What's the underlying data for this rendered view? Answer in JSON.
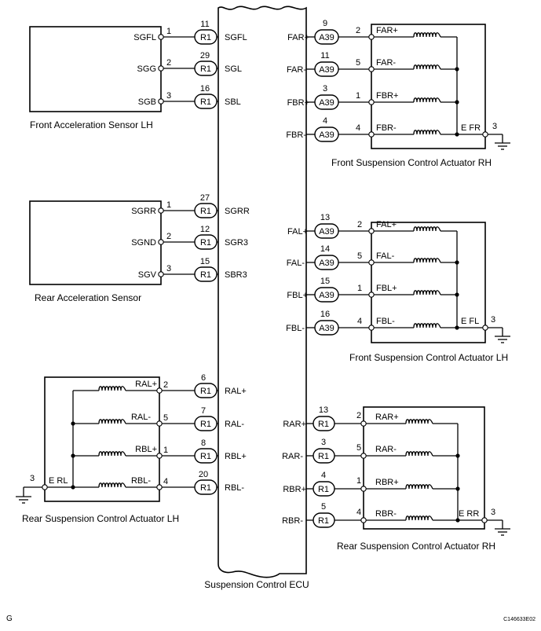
{
  "ecu": {
    "name": "Suspension Control ECU"
  },
  "front_sensor": {
    "title": "Front Acceleration Sensor LH",
    "rows": [
      {
        "sensor_pin": "SGFL",
        "sensor_no": "1",
        "conn_no": "11",
        "conn": "R1",
        "ecu_pin": "SGFL"
      },
      {
        "sensor_pin": "SGG",
        "sensor_no": "2",
        "conn_no": "29",
        "conn": "R1",
        "ecu_pin": "SGL"
      },
      {
        "sensor_pin": "SGB",
        "sensor_no": "3",
        "conn_no": "16",
        "conn": "R1",
        "ecu_pin": "SBL"
      }
    ]
  },
  "rear_sensor": {
    "title": "Rear Acceleration Sensor",
    "rows": [
      {
        "sensor_pin": "SGRR",
        "sensor_no": "1",
        "conn_no": "27",
        "conn": "R1",
        "ecu_pin": "SGRR"
      },
      {
        "sensor_pin": "SGND",
        "sensor_no": "2",
        "conn_no": "12",
        "conn": "R1",
        "ecu_pin": "SGR3"
      },
      {
        "sensor_pin": "SGV",
        "sensor_no": "3",
        "conn_no": "15",
        "conn": "R1",
        "ecu_pin": "SBR3"
      }
    ]
  },
  "rear_actuator_lh": {
    "title": "Rear Suspension Control Actuator LH",
    "ground_label": "E RL",
    "ground_no": "3",
    "rows": [
      {
        "act_pin": "RAL+",
        "act_no": "2",
        "conn_no": "6",
        "conn": "R1",
        "ecu_pin": "RAL+"
      },
      {
        "act_pin": "RAL-",
        "act_no": "5",
        "conn_no": "7",
        "conn": "R1",
        "ecu_pin": "RAL-"
      },
      {
        "act_pin": "RBL+",
        "act_no": "1",
        "conn_no": "8",
        "conn": "R1",
        "ecu_pin": "RBL+"
      },
      {
        "act_pin": "RBL-",
        "act_no": "4",
        "conn_no": "20",
        "conn": "R1",
        "ecu_pin": "RBL-"
      }
    ]
  },
  "front_actuator_rh": {
    "title": "Front Suspension Control Actuator RH",
    "ground_label": "E FR",
    "ground_no": "3",
    "rows": [
      {
        "ecu_pin": "FAR+",
        "conn_no": "9",
        "conn": "A39",
        "act_no": "2",
        "act_pin": "FAR+"
      },
      {
        "ecu_pin": "FAR-",
        "conn_no": "11",
        "conn": "A39",
        "act_no": "5",
        "act_pin": "FAR-"
      },
      {
        "ecu_pin": "FBR+",
        "conn_no": "3",
        "conn": "A39",
        "act_no": "1",
        "act_pin": "FBR+"
      },
      {
        "ecu_pin": "FBR-",
        "conn_no": "4",
        "conn": "A39",
        "act_no": "4",
        "act_pin": "FBR-"
      }
    ]
  },
  "front_actuator_lh": {
    "title": "Front Suspension Control Actuator LH",
    "ground_label": "E FL",
    "ground_no": "3",
    "rows": [
      {
        "ecu_pin": "FAL+",
        "conn_no": "13",
        "conn": "A39",
        "act_no": "2",
        "act_pin": "FAL+"
      },
      {
        "ecu_pin": "FAL-",
        "conn_no": "14",
        "conn": "A39",
        "act_no": "5",
        "act_pin": "FAL-"
      },
      {
        "ecu_pin": "FBL+",
        "conn_no": "15",
        "conn": "A39",
        "act_no": "1",
        "act_pin": "FBL+"
      },
      {
        "ecu_pin": "FBL-",
        "conn_no": "16",
        "conn": "A39",
        "act_no": "4",
        "act_pin": "FBL-"
      }
    ]
  },
  "rear_actuator_rh": {
    "title": "Rear Suspension Control Actuator RH",
    "ground_label": "E RR",
    "ground_no": "3",
    "rows": [
      {
        "ecu_pin": "RAR+",
        "conn_no": "13",
        "conn": "R1",
        "act_no": "2",
        "act_pin": "RAR+"
      },
      {
        "ecu_pin": "RAR-",
        "conn_no": "3",
        "conn": "R1",
        "act_no": "5",
        "act_pin": "RAR-"
      },
      {
        "ecu_pin": "RBR+",
        "conn_no": "4",
        "conn": "R1",
        "act_no": "1",
        "act_pin": "RBR+"
      },
      {
        "ecu_pin": "RBR-",
        "conn_no": "5",
        "conn": "R1",
        "act_no": "4",
        "act_pin": "RBR-"
      }
    ]
  },
  "footer": {
    "left_mark": "G",
    "code": "C146633E02"
  }
}
